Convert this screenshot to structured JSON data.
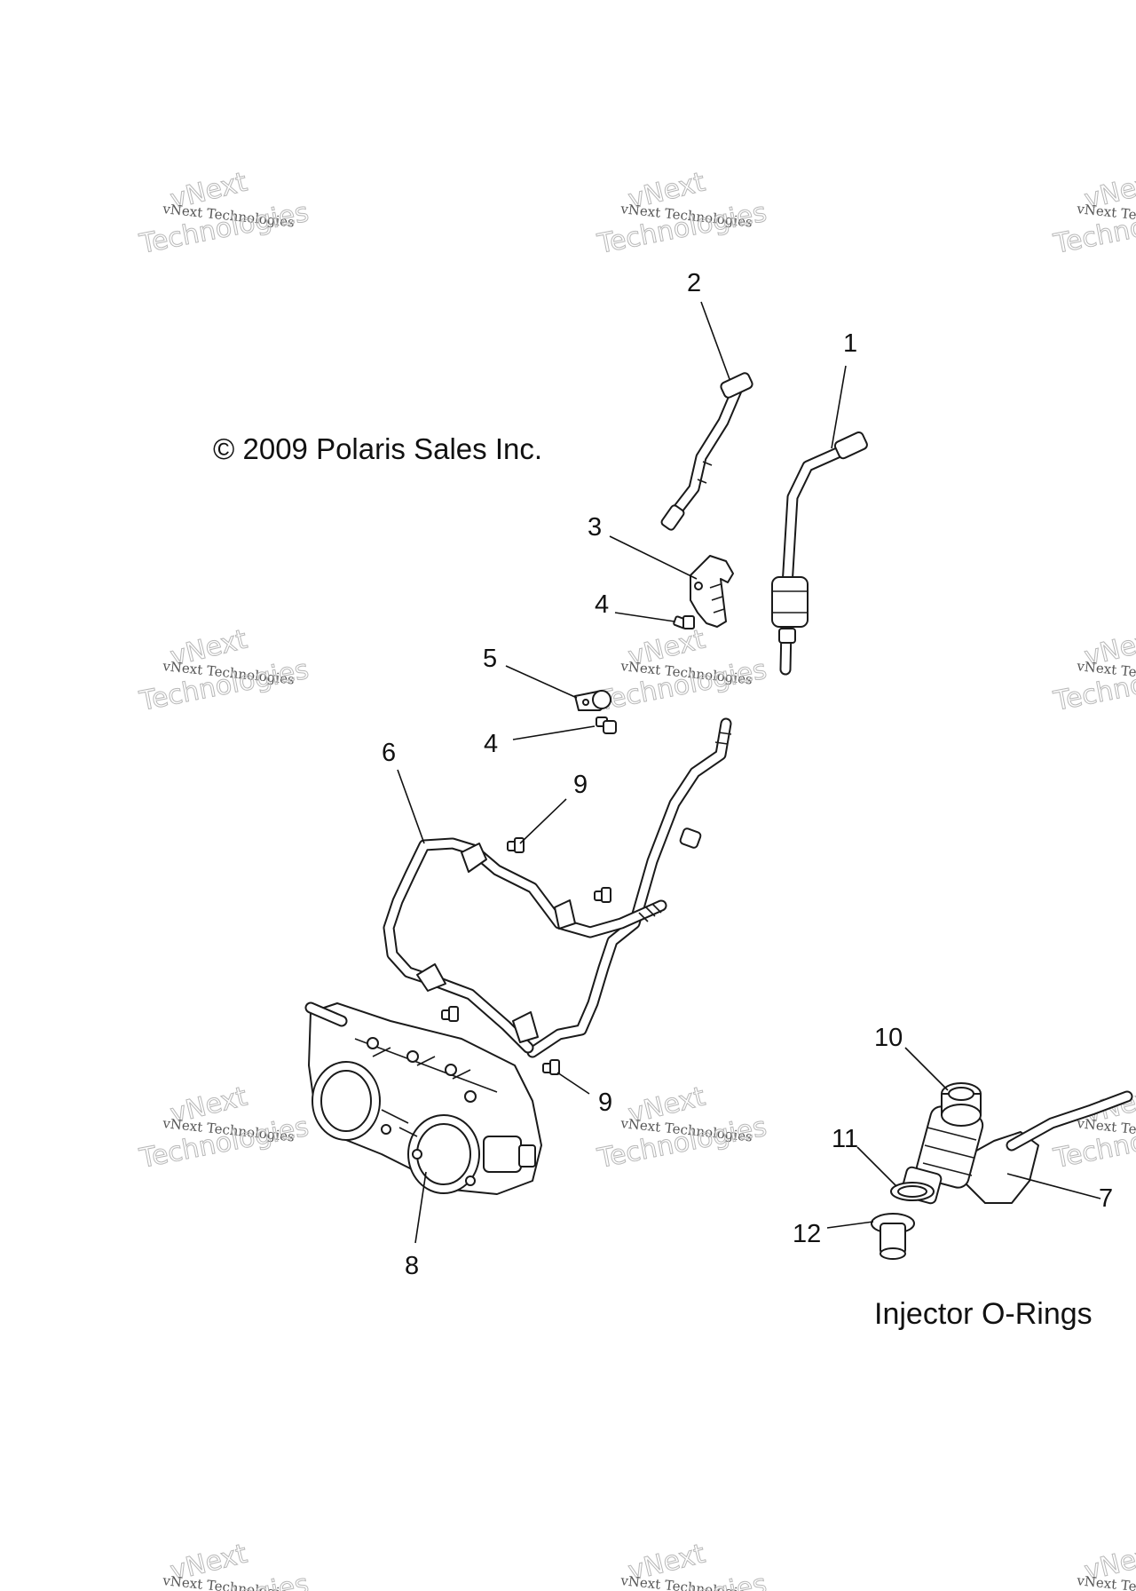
{
  "copyright": "© 2009 Polaris Sales Inc.",
  "caption": "Injector O-Rings",
  "watermark": {
    "line1": "vNext Technologies",
    "line2": "vNext",
    "line3": "Technologies"
  },
  "callouts": {
    "c1": "1",
    "c2": "2",
    "c3": "3",
    "c4a": "4",
    "c4b": "4",
    "c5": "5",
    "c6": "6",
    "c7": "7",
    "c8": "8",
    "c9a": "9",
    "c9b": "9",
    "c10": "10",
    "c11": "11",
    "c12": "12"
  }
}
